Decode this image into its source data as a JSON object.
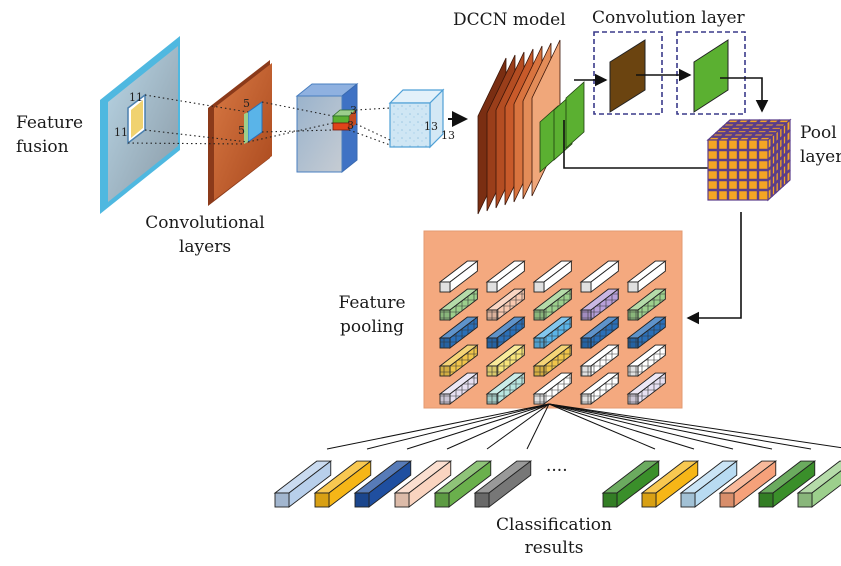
{
  "labels": {
    "feature_fusion": [
      "Feature",
      "fusion"
    ],
    "convolutional_layers": [
      "Convolutional",
      "layers"
    ],
    "dccn_model": "DCCN model",
    "convolution_layer": "Convolution layer",
    "pool_layer": [
      "Pool",
      "layer"
    ],
    "feature_pooling": [
      "Feature",
      "pooling"
    ],
    "classification_results": [
      "Classification",
      "results"
    ],
    "ellipsis": "····"
  },
  "dimensions": {
    "kernel_a": [
      "11",
      "11"
    ],
    "kernel_b": [
      "5",
      "5"
    ],
    "kernel_c": [
      "3",
      "3"
    ],
    "output": [
      "13",
      "13"
    ]
  },
  "colors": {
    "input_frame": "#4fb8e0",
    "conv_orange": "#c85a2a",
    "blue_block": "#5a8fd6",
    "dccn_brown": "#8b3a1a",
    "dccn_green": "#5bb031",
    "conv_dark": "#6b4410",
    "pool_orange": "#f4a524",
    "pool_purple": "#5a3d8a",
    "panel_bg": "#f4a97f",
    "dashed_box": "#3a3a8a"
  },
  "pool_bars": [
    [
      "#ffffff",
      "#ffffff",
      "#ffffff",
      "#ffffff",
      "#ffffff"
    ],
    [
      "#9ccf8c",
      "#f8c9b0",
      "#9ccf8c",
      "#b79fd9",
      "#9ccf8c"
    ],
    [
      "#2a6fb8",
      "#2a6fb8",
      "#5ab4e8",
      "#2a6fb8",
      "#2a6fb8"
    ],
    [
      "#f0c54a",
      "#f7e47a",
      "#f0c54a",
      "#ffffff",
      "#ffffff"
    ],
    [
      "#e7e0f2",
      "#b9e6e0",
      "#ffffff",
      "#ffffff",
      "#e7e0f2"
    ]
  ],
  "result_bars": [
    "#b8cfeb",
    "#f6b617",
    "#1f4fa0",
    "#fad4c0",
    "#6ab04c",
    "#777777",
    "#3a8f2a",
    "#f6b617",
    "#b8dbf2",
    "#f6a17a",
    "#3a8f2a",
    "#9ccf8c"
  ]
}
